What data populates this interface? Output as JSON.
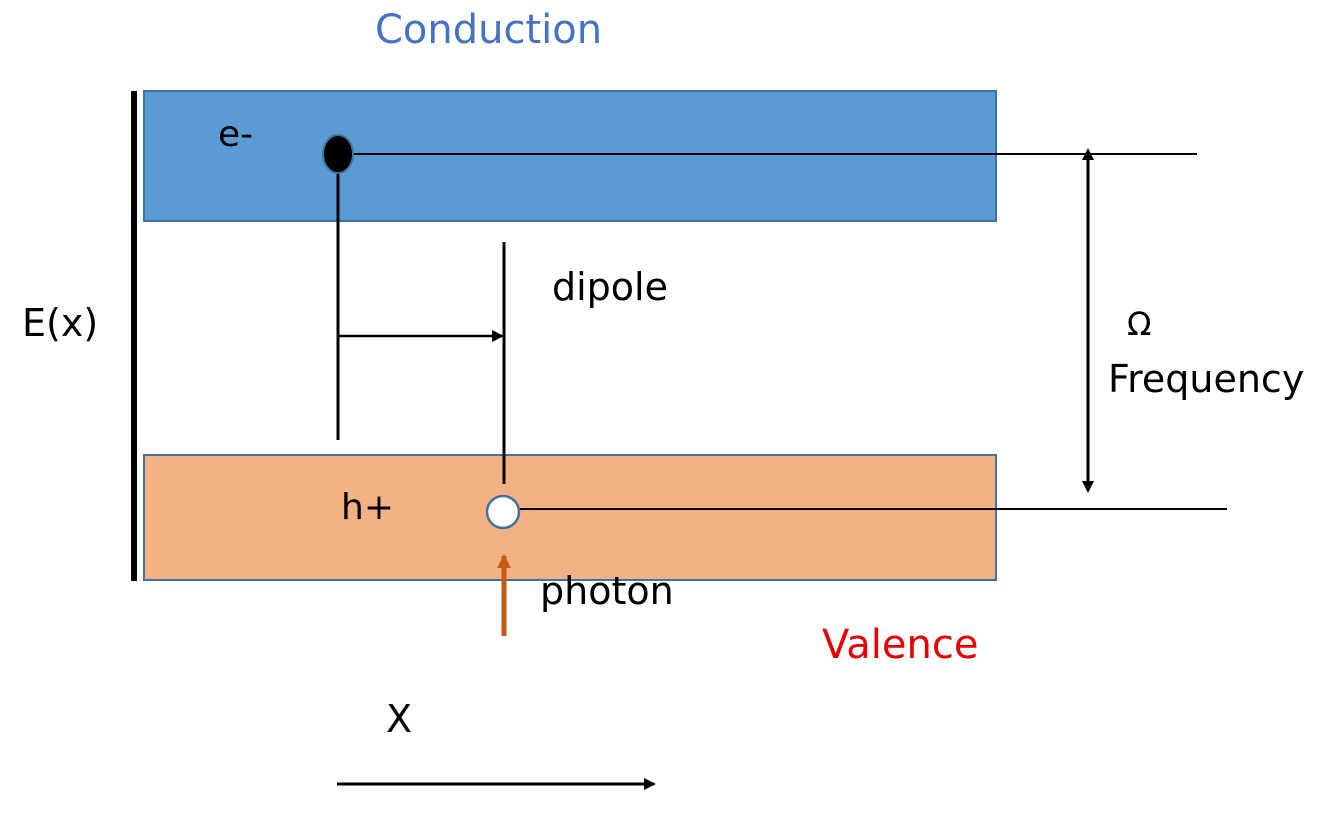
{
  "bands": {
    "conduction": {
      "label": "Conduction",
      "label_color": "#4472C4",
      "fill": "#5B9BD5",
      "stroke": "#41719C"
    },
    "valence": {
      "label": "Valence",
      "label_color": "#E60000",
      "fill": "#F4B183",
      "stroke": "#41719C"
    }
  },
  "labels": {
    "energy_axis": "E(x)",
    "electron": "e-",
    "hole": "h+",
    "dipole": "dipole",
    "omega": "Ω",
    "frequency": "Frequency",
    "photon": "photon",
    "x_axis": "X"
  },
  "colors": {
    "photon_arrow": "#C55A11",
    "line": "#000000",
    "hole_stroke": "#41719C"
  }
}
